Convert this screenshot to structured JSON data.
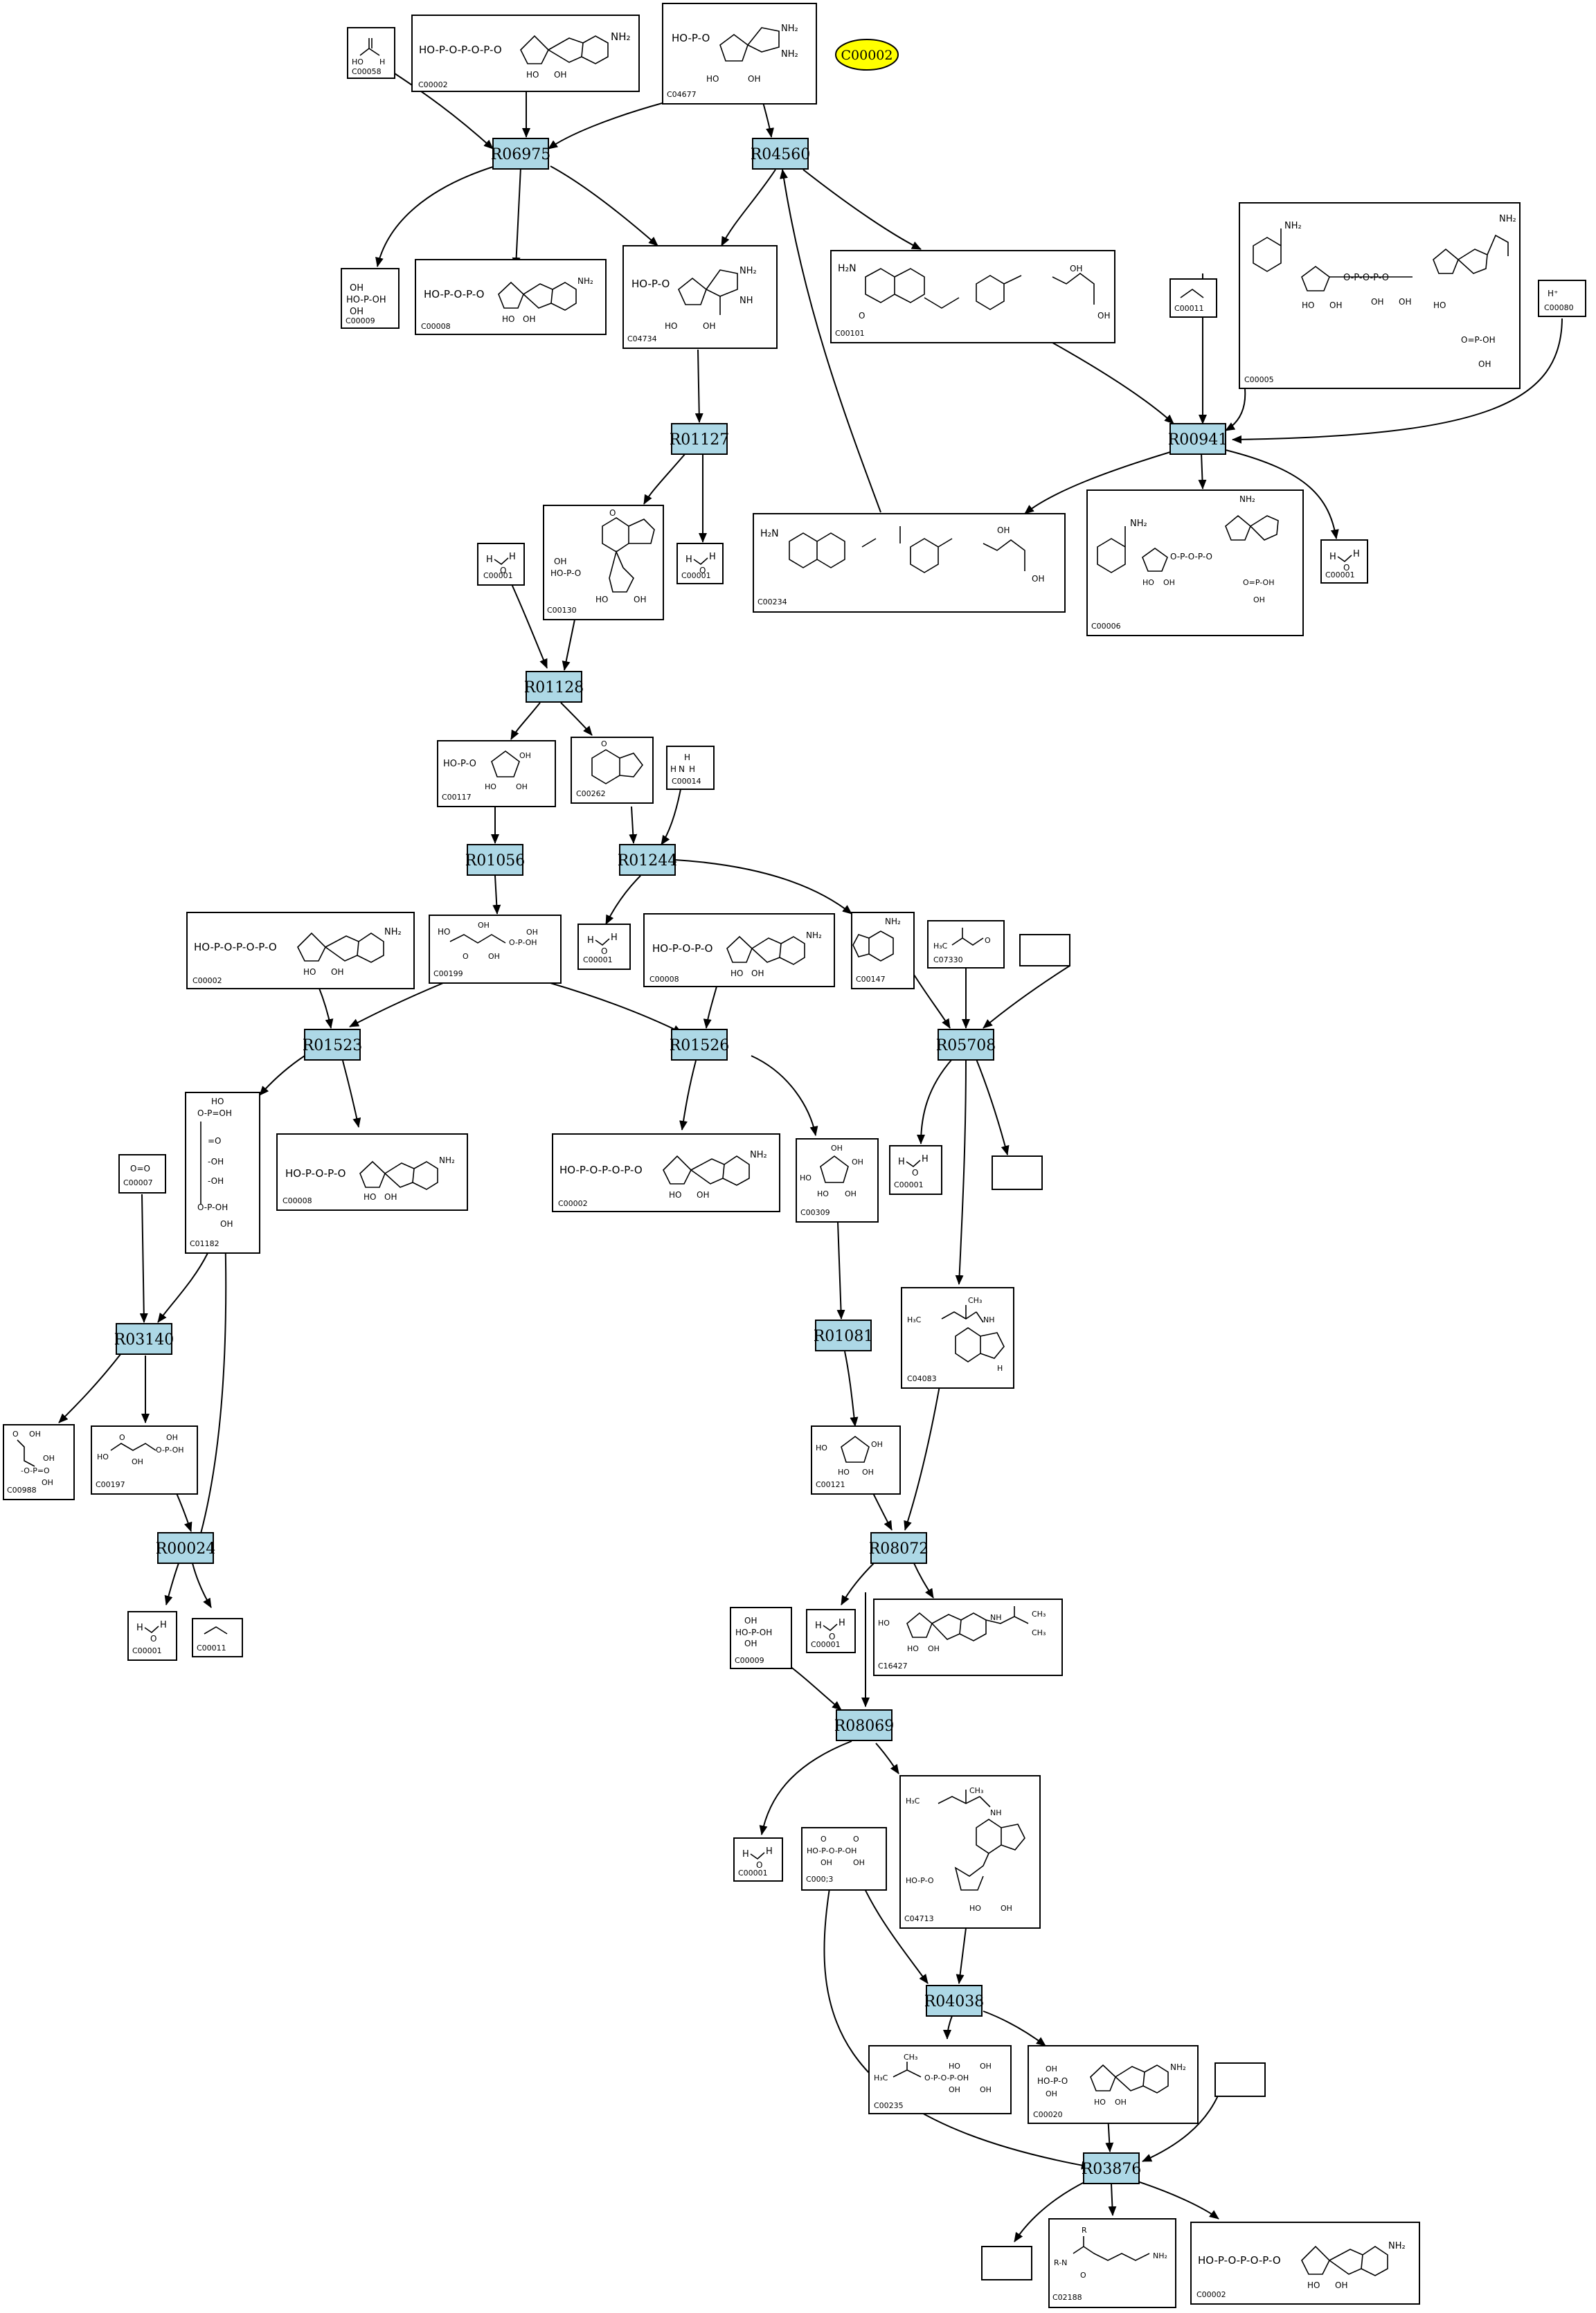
{
  "colors": {
    "reaction_fill": "#add8e6",
    "entry_fill": "#ffff00",
    "stroke": "#000000",
    "background": "#ffffff"
  },
  "entry": {
    "label": "C00002"
  },
  "reactions": {
    "R06975": "R06975",
    "R04560": "R04560",
    "R01127": "R01127",
    "R00941": "R00941",
    "R01128": "R01128",
    "R01056": "R01056",
    "R01244": "R01244",
    "R01523": "R01523",
    "R01526": "R01526",
    "R05708": "R05708",
    "R03140": "R03140",
    "R01081": "R01081",
    "R00024": "R00024",
    "R08072": "R08072",
    "R08069": "R08069",
    "R04038": "R04038",
    "R03876": "R03876"
  },
  "compounds": {
    "c00058a": "C00058",
    "c00002a": "C00002",
    "c04677": "C04677",
    "c00009a": "C00009",
    "c00008a": "C00008",
    "c04734": "C04734",
    "c00101": "C00101",
    "c00011a": "C00011",
    "c00005": "C00005",
    "c00080": "C00080",
    "c00001a": "C00001",
    "c00130": "C00130",
    "c00001b": "C00001",
    "c00234": "C00234",
    "c00006": "C00006",
    "c00001c": "C00001",
    "c00117": "C00117",
    "c00262": "C00262",
    "c00014": "C00014",
    "c00002b": "C00002",
    "c00199": "C00199",
    "c00001d": "C00001",
    "c00008b": "C00008",
    "c00147": "C00147",
    "c07330": "C07330",
    "c01182": "C01182",
    "c00008c": "C00008",
    "c00007": "C00007",
    "c00002c": "C00002",
    "c00309": "C00309",
    "c00001e": "C00001",
    "c04083": "C04083",
    "c00988": "C00988",
    "c00197": "C00197",
    "c00121": "C00121",
    "c00001f": "C00001",
    "c00011b": "C00011",
    "c00009b": "C00009",
    "c00001g": "C00001",
    "c16427": "C16427",
    "c00001h": "C00001",
    "c00013": "C000;3",
    "c04713": "C04713",
    "c00235": "C00235",
    "c00020": "C00020",
    "c02188": "C02188",
    "c00002d": "C00002"
  }
}
